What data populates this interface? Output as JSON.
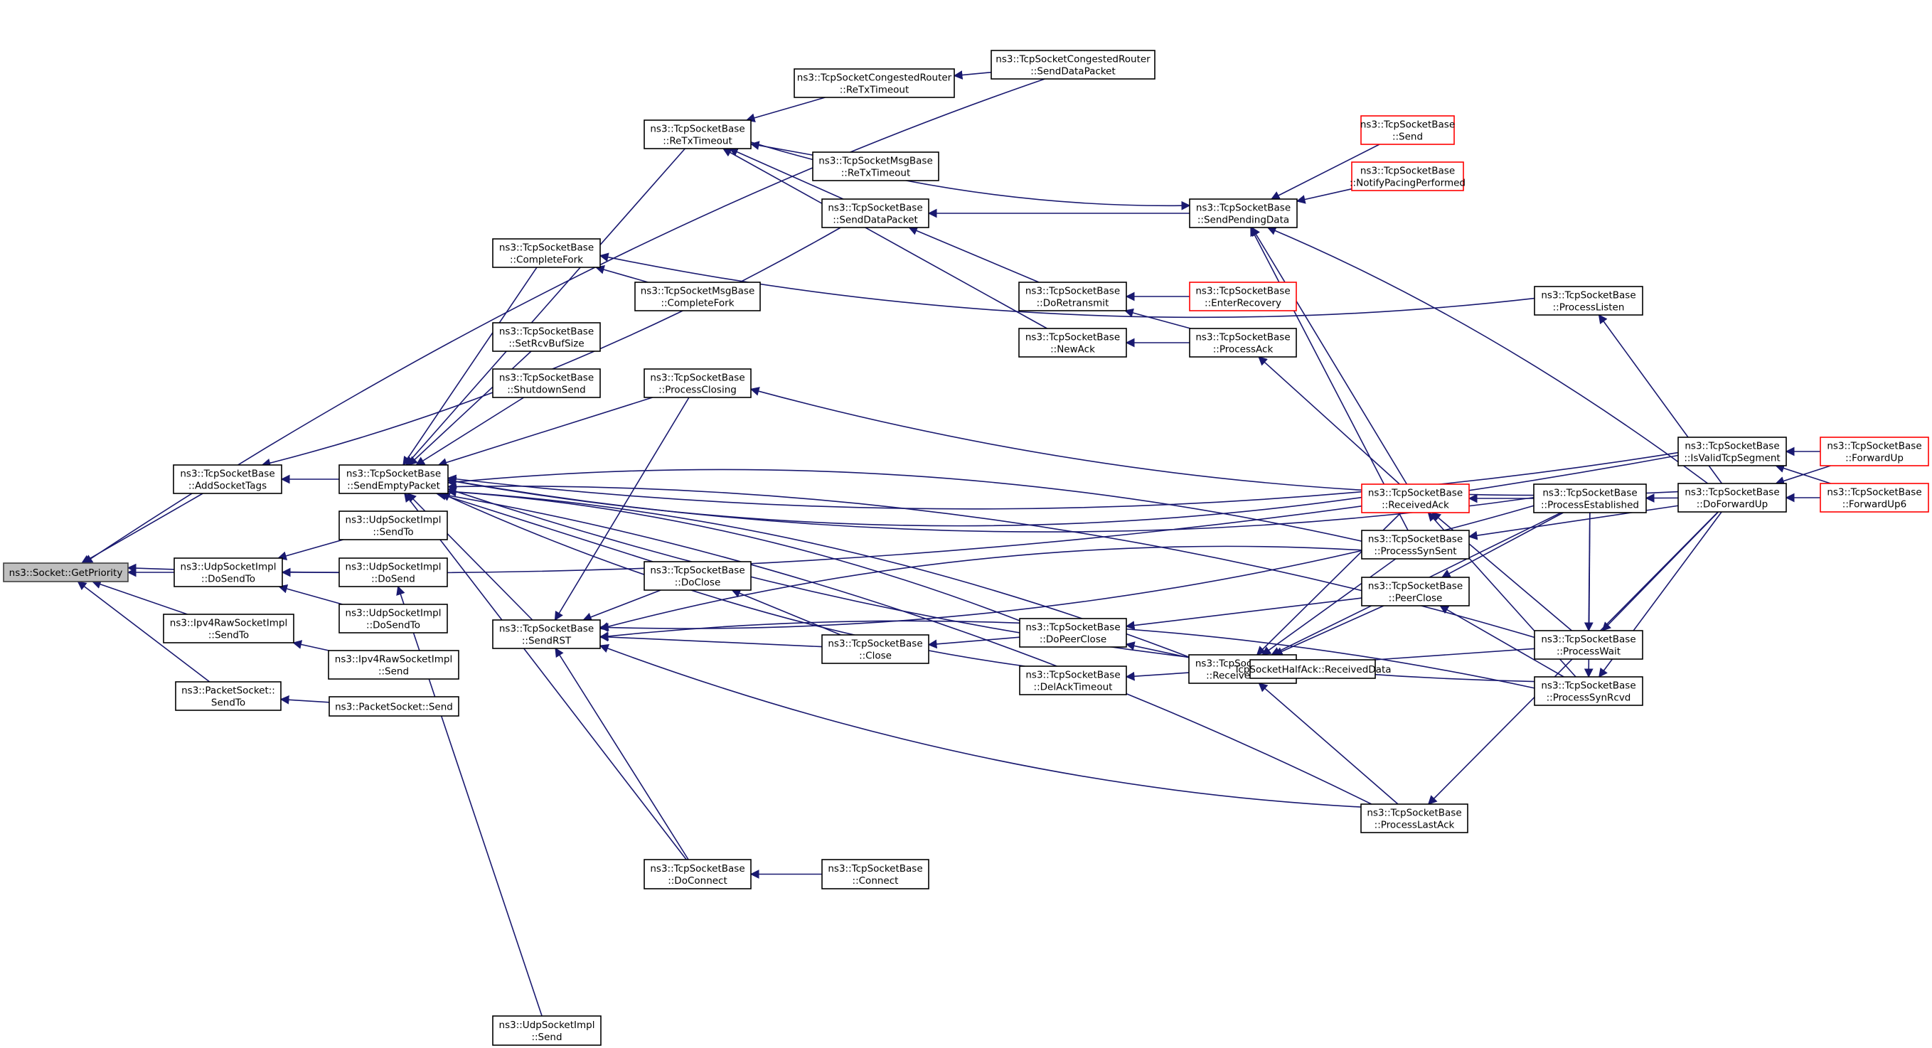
{
  "diagram": {
    "title": "ns3::Socket::GetPriority caller graph",
    "edge_color": "#191970",
    "root_fill": "#bfbfbf",
    "truncated_node_border": "#ff0000",
    "nodes": [
      {
        "id": "getpriority",
        "lines": [
          "ns3::Socket::GetPriority"
        ],
        "style": "root"
      },
      {
        "id": "addsockettags",
        "lines": [
          "ns3::TcpSocketBase",
          "::AddSocketTags"
        ],
        "style": "normal"
      },
      {
        "id": "udp-dosendto-l",
        "lines": [
          "ns3::UdpSocketImpl",
          "::DoSendTo"
        ],
        "style": "normal"
      },
      {
        "id": "ipv4raw-sendto",
        "lines": [
          "ns3::Ipv4RawSocketImpl",
          "::SendTo"
        ],
        "style": "normal"
      },
      {
        "id": "packetsocket-sendto",
        "lines": [
          "ns3::PacketSocket::",
          "SendTo"
        ],
        "style": "normal"
      },
      {
        "id": "sendemptypacket",
        "lines": [
          "ns3::TcpSocketBase",
          "::SendEmptyPacket"
        ],
        "style": "normal"
      },
      {
        "id": "udp-sendto",
        "lines": [
          "ns3::UdpSocketImpl",
          "::SendTo"
        ],
        "style": "normal"
      },
      {
        "id": "udp-dosend",
        "lines": [
          "ns3::UdpSocketImpl",
          "::DoSend"
        ],
        "style": "normal"
      },
      {
        "id": "udp-dosendto-r",
        "lines": [
          "ns3::UdpSocketImpl",
          "::DoSendTo"
        ],
        "style": "normal"
      },
      {
        "id": "ipv4raw-send",
        "lines": [
          "ns3::Ipv4RawSocketImpl",
          "::Send"
        ],
        "style": "normal"
      },
      {
        "id": "packetsocket-send",
        "lines": [
          "ns3::PacketSocket::Send"
        ],
        "style": "normal"
      },
      {
        "id": "completefork",
        "lines": [
          "ns3::TcpSocketBase",
          "::CompleteFork"
        ],
        "style": "normal"
      },
      {
        "id": "setrcvbufsize",
        "lines": [
          "ns3::TcpSocketBase",
          "::SetRcvBufSize"
        ],
        "style": "normal"
      },
      {
        "id": "shutdownsend",
        "lines": [
          "ns3::TcpSocketBase",
          "::ShutdownSend"
        ],
        "style": "normal"
      },
      {
        "id": "sendrst",
        "lines": [
          "ns3::TcpSocketBase",
          "::SendRST"
        ],
        "style": "normal"
      },
      {
        "id": "udp-send",
        "lines": [
          "ns3::UdpSocketImpl",
          "::Send"
        ],
        "style": "normal"
      },
      {
        "id": "retxtimeout",
        "lines": [
          "ns3::TcpSocketBase",
          "::ReTxTimeout"
        ],
        "style": "normal"
      },
      {
        "id": "processclosing",
        "lines": [
          "ns3::TcpSocketBase",
          "::ProcessClosing"
        ],
        "style": "normal"
      },
      {
        "id": "doclose",
        "lines": [
          "ns3::TcpSocketBase",
          "::DoClose"
        ],
        "style": "normal"
      },
      {
        "id": "doconnect",
        "lines": [
          "ns3::TcpSocketBase",
          "::DoConnect"
        ],
        "style": "normal"
      },
      {
        "id": "msg-completefork",
        "lines": [
          "ns3::TcpSocketMsgBase",
          "::CompleteFork"
        ],
        "style": "normal"
      },
      {
        "id": "cr-retxtimeout",
        "lines": [
          "ns3::TcpSocketCongestedRouter",
          "::ReTxTimeout"
        ],
        "style": "normal"
      },
      {
        "id": "msg-retxtimeout",
        "lines": [
          "ns3::TcpSocketMsgBase",
          "::ReTxTimeout"
        ],
        "style": "normal"
      },
      {
        "id": "senddatapacket",
        "lines": [
          "ns3::TcpSocketBase",
          "::SendDataPacket"
        ],
        "style": "normal"
      },
      {
        "id": "close",
        "lines": [
          "ns3::TcpSocketBase",
          "::Close"
        ],
        "style": "normal"
      },
      {
        "id": "connect",
        "lines": [
          "ns3::TcpSocketBase",
          "::Connect"
        ],
        "style": "normal"
      },
      {
        "id": "cr-senddatapacket",
        "lines": [
          "ns3::TcpSocketCongestedRouter",
          "::SendDataPacket"
        ],
        "style": "normal"
      },
      {
        "id": "doretransmit",
        "lines": [
          "ns3::TcpSocketBase",
          "::DoRetransmit"
        ],
        "style": "normal"
      },
      {
        "id": "newack",
        "lines": [
          "ns3::TcpSocketBase",
          "::NewAck"
        ],
        "style": "normal"
      },
      {
        "id": "dopeerclose",
        "lines": [
          "ns3::TcpSocketBase",
          "::DoPeerClose"
        ],
        "style": "normal"
      },
      {
        "id": "delacktimeout",
        "lines": [
          "ns3::TcpSocketBase",
          "::DelAckTimeout"
        ],
        "style": "normal"
      },
      {
        "id": "sendpendingdata",
        "lines": [
          "ns3::TcpSocketBase",
          "::SendPendingData"
        ],
        "style": "normal"
      },
      {
        "id": "enterrecovery",
        "lines": [
          "ns3::TcpSocketBase",
          "::EnterRecovery"
        ],
        "style": "truncated"
      },
      {
        "id": "processack",
        "lines": [
          "ns3::TcpSocketBase",
          "::ProcessAck"
        ],
        "style": "normal"
      },
      {
        "id": "receiveddata",
        "lines": [
          "ns3::TcpSocketBase",
          "::ReceivedData"
        ],
        "style": "normal"
      },
      {
        "id": "send",
        "lines": [
          "ns3::TcpSocketBase",
          "::Send"
        ],
        "style": "truncated"
      },
      {
        "id": "notifypacing",
        "lines": [
          "ns3::TcpSocketBase",
          "::NotifyPacingPerformed"
        ],
        "style": "truncated"
      },
      {
        "id": "receivedack",
        "lines": [
          "ns3::TcpSocketBase",
          "::ReceivedAck"
        ],
        "style": "truncated"
      },
      {
        "id": "processsynsent",
        "lines": [
          "ns3::TcpSocketBase",
          "::ProcessSynSent"
        ],
        "style": "normal"
      },
      {
        "id": "peerclose",
        "lines": [
          "ns3::TcpSocketBase",
          "::PeerClose"
        ],
        "style": "normal"
      },
      {
        "id": "halfack-receiveddata",
        "lines": [
          "TcpSocketHalfAck::ReceivedData"
        ],
        "style": "normal"
      },
      {
        "id": "processlastack",
        "lines": [
          "ns3::TcpSocketBase",
          "::ProcessLastAck"
        ],
        "style": "normal"
      },
      {
        "id": "processlisten",
        "lines": [
          "ns3::TcpSocketBase",
          "::ProcessListen"
        ],
        "style": "normal"
      },
      {
        "id": "processestablished",
        "lines": [
          "ns3::TcpSocketBase",
          "::ProcessEstablished"
        ],
        "style": "normal"
      },
      {
        "id": "processwait",
        "lines": [
          "ns3::TcpSocketBase",
          "::ProcessWait"
        ],
        "style": "normal"
      },
      {
        "id": "processsynrcvd",
        "lines": [
          "ns3::TcpSocketBase",
          "::ProcessSynRcvd"
        ],
        "style": "normal"
      },
      {
        "id": "isvalidtcpsegment",
        "lines": [
          "ns3::TcpSocketBase",
          "::IsValidTcpSegment"
        ],
        "style": "normal"
      },
      {
        "id": "doforwardup",
        "lines": [
          "ns3::TcpSocketBase",
          "::DoForwardUp"
        ],
        "style": "normal"
      },
      {
        "id": "forwardup",
        "lines": [
          "ns3::TcpSocketBase",
          "::ForwardUp"
        ],
        "style": "truncated"
      },
      {
        "id": "forwardup6",
        "lines": [
          "ns3::TcpSocketBase",
          "::ForwardUp6"
        ],
        "style": "truncated"
      }
    ],
    "edges": [
      [
        "addsockettags",
        "getpriority"
      ],
      [
        "udp-dosendto-l",
        "getpriority"
      ],
      [
        "ipv4raw-sendto",
        "getpriority"
      ],
      [
        "packetsocket-sendto",
        "getpriority"
      ],
      [
        "cr-senddatapacket",
        "getpriority"
      ],
      [
        "isvalidtcpsegment",
        "getpriority"
      ],
      [
        "sendemptypacket",
        "addsockettags"
      ],
      [
        "senddatapacket",
        "addsockettags"
      ],
      [
        "udp-sendto",
        "udp-dosendto-l"
      ],
      [
        "udp-dosend",
        "udp-dosendto-l"
      ],
      [
        "udp-dosendto-r",
        "udp-dosendto-l"
      ],
      [
        "ipv4raw-send",
        "ipv4raw-sendto"
      ],
      [
        "packetsocket-send",
        "packetsocket-sendto"
      ],
      [
        "udp-send",
        "udp-dosend"
      ],
      [
        "completefork",
        "sendemptypacket"
      ],
      [
        "setrcvbufsize",
        "sendemptypacket"
      ],
      [
        "shutdownsend",
        "sendemptypacket"
      ],
      [
        "sendrst",
        "sendemptypacket"
      ],
      [
        "retxtimeout",
        "sendemptypacket"
      ],
      [
        "processclosing",
        "sendemptypacket"
      ],
      [
        "doclose",
        "sendemptypacket"
      ],
      [
        "doconnect",
        "sendemptypacket"
      ],
      [
        "dopeerclose",
        "sendemptypacket"
      ],
      [
        "delacktimeout",
        "sendemptypacket"
      ],
      [
        "receiveddata",
        "sendemptypacket"
      ],
      [
        "receivedack",
        "sendemptypacket"
      ],
      [
        "processsynsent",
        "sendemptypacket"
      ],
      [
        "processestablished",
        "sendemptypacket"
      ],
      [
        "processwait",
        "sendemptypacket"
      ],
      [
        "processsynrcvd",
        "sendemptypacket"
      ],
      [
        "processlastack",
        "sendemptypacket"
      ],
      [
        "isvalidtcpsegment",
        "sendemptypacket"
      ],
      [
        "msg-completefork",
        "completefork"
      ],
      [
        "processlisten",
        "completefork"
      ],
      [
        "cr-retxtimeout",
        "retxtimeout"
      ],
      [
        "msg-retxtimeout",
        "retxtimeout"
      ],
      [
        "senddatapacket",
        "retxtimeout"
      ],
      [
        "newack",
        "retxtimeout"
      ],
      [
        "cr-senddatapacket",
        "cr-retxtimeout"
      ],
      [
        "sendpendingdata",
        "senddatapacket"
      ],
      [
        "doretransmit",
        "senddatapacket"
      ],
      [
        "retxtimeout",
        "sendpendingdata"
      ],
      [
        "send",
        "sendpendingdata"
      ],
      [
        "notifypacing",
        "sendpendingdata"
      ],
      [
        "doforwardup",
        "sendpendingdata"
      ],
      [
        "receivedack",
        "sendpendingdata"
      ],
      [
        "processsynsent",
        "sendpendingdata"
      ],
      [
        "enterrecovery",
        "doretransmit"
      ],
      [
        "processack",
        "doretransmit"
      ],
      [
        "processack",
        "newack"
      ],
      [
        "receivedack",
        "processack"
      ],
      [
        "doforwardup",
        "processclosing"
      ],
      [
        "processclosing",
        "sendrst"
      ],
      [
        "doclose",
        "sendrst"
      ],
      [
        "close",
        "sendrst"
      ],
      [
        "doconnect",
        "sendrst"
      ],
      [
        "processsynsent",
        "sendrst"
      ],
      [
        "processestablished",
        "sendrst"
      ],
      [
        "processsynrcvd",
        "sendrst"
      ],
      [
        "processlastack",
        "sendrst"
      ],
      [
        "close",
        "doclose"
      ],
      [
        "dopeerclose",
        "close"
      ],
      [
        "connect",
        "doconnect"
      ],
      [
        "peerclose",
        "dopeerclose"
      ],
      [
        "receiveddata",
        "dopeerclose"
      ],
      [
        "receiveddata",
        "delacktimeout"
      ],
      [
        "receivedack",
        "receiveddata"
      ],
      [
        "processsynsent",
        "receiveddata"
      ],
      [
        "peerclose",
        "receiveddata"
      ],
      [
        "halfack-receiveddata",
        "receiveddata"
      ],
      [
        "processestablished",
        "receiveddata"
      ],
      [
        "processwait",
        "receiveddata"
      ],
      [
        "processlastack",
        "receiveddata"
      ],
      [
        "processestablished",
        "receivedack"
      ],
      [
        "processwait",
        "receivedack"
      ],
      [
        "processsynrcvd",
        "receivedack"
      ],
      [
        "doforwardup",
        "processsynsent"
      ],
      [
        "processestablished",
        "peerclose"
      ],
      [
        "processsynrcvd",
        "peerclose"
      ],
      [
        "doforwardup",
        "processlastack"
      ],
      [
        "doforwardup",
        "processlisten"
      ],
      [
        "doforwardup",
        "processestablished"
      ],
      [
        "doforwardup",
        "processwait"
      ],
      [
        "doforwardup",
        "processsynrcvd"
      ],
      [
        "processestablished",
        "processwait"
      ],
      [
        "processestablished",
        "processsynrcvd"
      ],
      [
        "forwardup",
        "isvalidtcpsegment"
      ],
      [
        "forwardup6",
        "isvalidtcpsegment"
      ],
      [
        "forwardup",
        "doforwardup"
      ],
      [
        "forwardup6",
        "doforwardup"
      ]
    ]
  }
}
